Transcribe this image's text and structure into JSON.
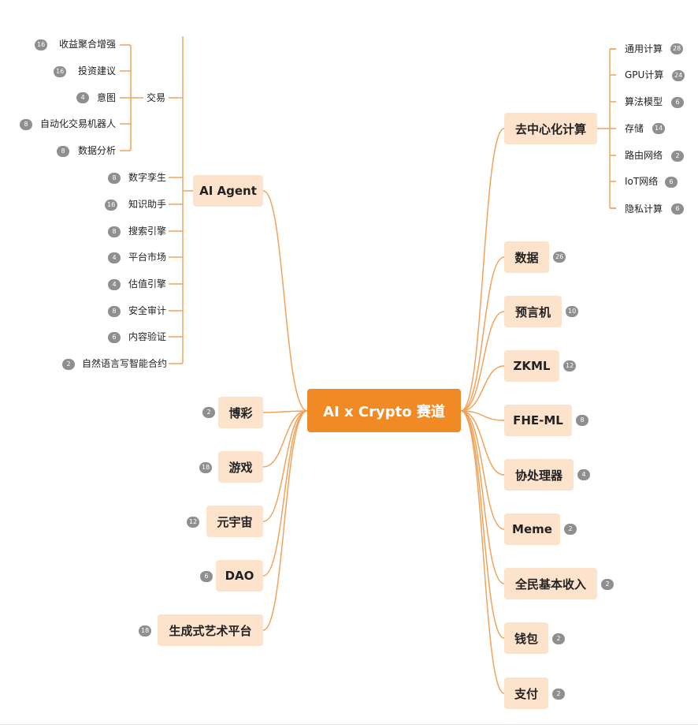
{
  "colors": {
    "accent": "#f08a24",
    "node_fill": "#fde2cc",
    "line": "#f0a35b",
    "badge": "#8f8f8f"
  },
  "root": {
    "label": "AI x Crypto 赛道"
  },
  "right": {
    "compute": {
      "label": "去中心化计算",
      "items": [
        {
          "label": "通用计算",
          "count": "28"
        },
        {
          "label": "GPU计算",
          "count": "24"
        },
        {
          "label": "算法模型",
          "count": "6"
        },
        {
          "label": "存储",
          "count": "14"
        },
        {
          "label": "路由网络",
          "count": "2"
        },
        {
          "label": "IoT网络",
          "count": "6"
        },
        {
          "label": "隐私计算",
          "count": "6"
        }
      ]
    },
    "nodes": [
      {
        "label": "数据",
        "count": "26"
      },
      {
        "label": "预言机",
        "count": "10"
      },
      {
        "label": "ZKML",
        "count": "12"
      },
      {
        "label": "FHE-ML",
        "count": "8"
      },
      {
        "label": "协处理器",
        "count": "4"
      },
      {
        "label": "Meme",
        "count": "2"
      },
      {
        "label": "全民基本收入",
        "count": "2"
      },
      {
        "label": "钱包",
        "count": "2"
      },
      {
        "label": "支付",
        "count": "2"
      }
    ]
  },
  "left": {
    "agent": {
      "label": "AI Agent",
      "trade": {
        "label": "交易",
        "items": [
          {
            "label": "收益聚合增强",
            "count": "16"
          },
          {
            "label": "投资建议",
            "count": "16"
          },
          {
            "label": "意图",
            "count": "4"
          },
          {
            "label": "自动化交易机器人",
            "count": "8"
          },
          {
            "label": "数据分析",
            "count": "8"
          }
        ]
      },
      "items": [
        {
          "label": "数字孪生",
          "count": "8"
        },
        {
          "label": "知识助手",
          "count": "16"
        },
        {
          "label": "搜索引擎",
          "count": "8"
        },
        {
          "label": "平台市场",
          "count": "4"
        },
        {
          "label": "估值引擎",
          "count": "4"
        },
        {
          "label": "安全审计",
          "count": "8"
        },
        {
          "label": "内容验证",
          "count": "6"
        },
        {
          "label": "自然语言写智能合约",
          "count": "2"
        }
      ]
    },
    "nodes": [
      {
        "label": "博彩",
        "count": "2"
      },
      {
        "label": "游戏",
        "count": "18"
      },
      {
        "label": "元宇宙",
        "count": "12"
      },
      {
        "label": "DAO",
        "count": "6"
      },
      {
        "label": "生成式艺术平台",
        "count": "18"
      }
    ]
  }
}
